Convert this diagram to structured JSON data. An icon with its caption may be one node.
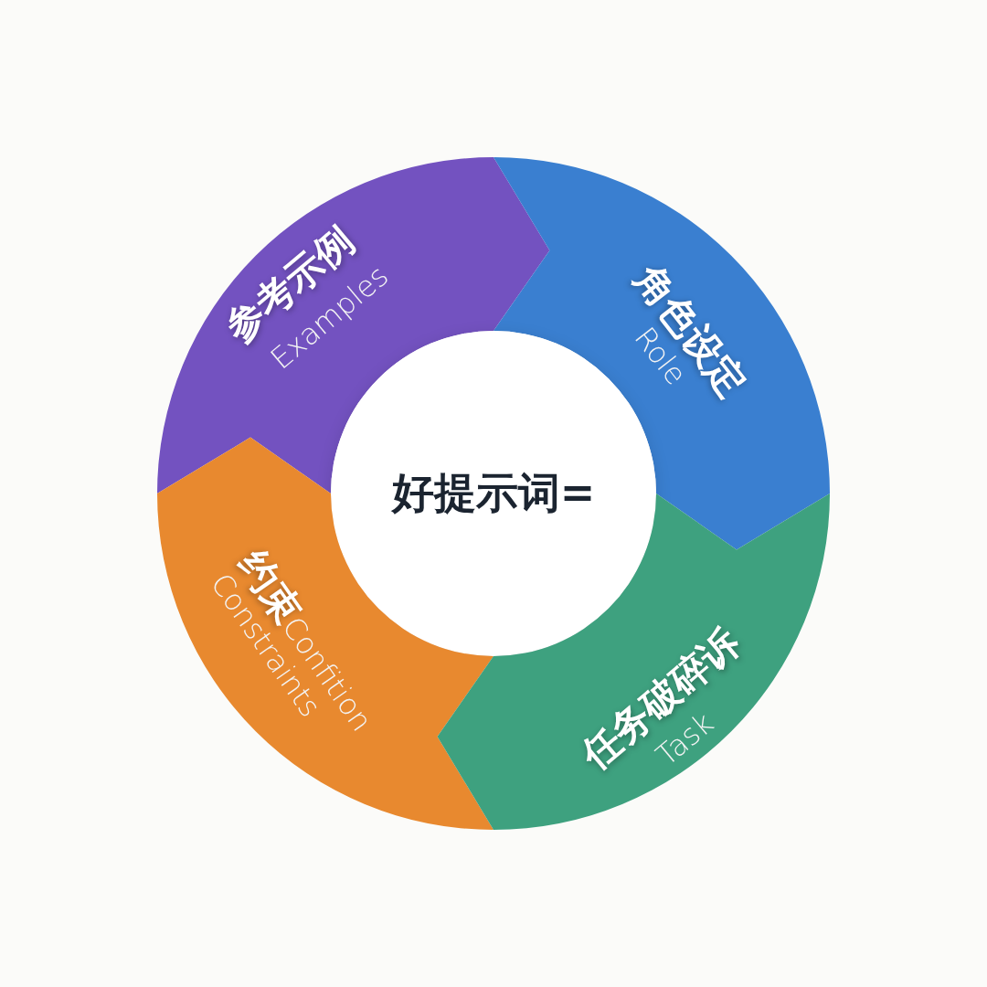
{
  "diagram": {
    "nodes": [
      {
        "text": [
          "参考示例",
          "Examples"
        ]
      },
      {
        "text": [
          "角色设定",
          "Role"
        ]
      },
      {
        "text": [
          "好提示词="
        ]
      },
      {
        "text": [
          "约束",
          "Confition Constraints"
        ]
      },
      {
        "text": [
          "任务破碎诉",
          "Task"
        ]
      }
    ]
  }
}
